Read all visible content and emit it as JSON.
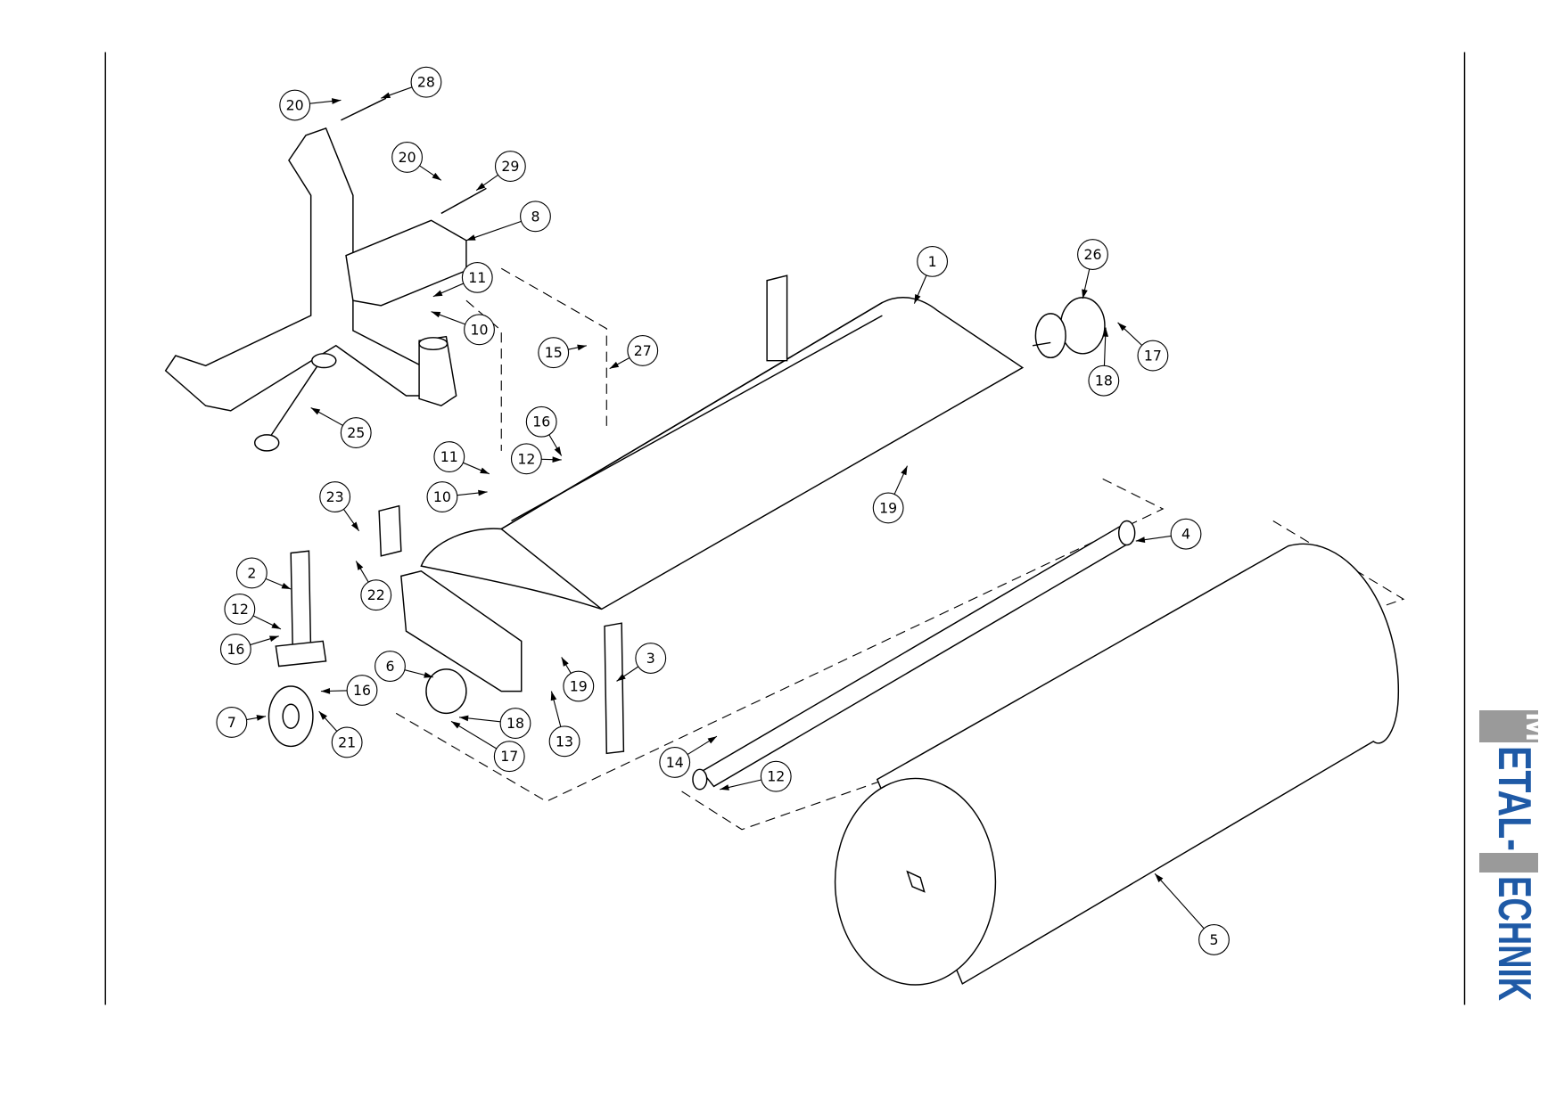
{
  "drawing": {
    "title": "Exploded parts view",
    "callouts": [
      "20",
      "28",
      "20",
      "29",
      "8",
      "11",
      "10",
      "1",
      "26",
      "17",
      "18",
      "15",
      "27",
      "16",
      "12",
      "11",
      "10",
      "25",
      "23",
      "19",
      "4",
      "2",
      "22",
      "12",
      "16",
      "3",
      "6",
      "19",
      "16",
      "7",
      "18",
      "21",
      "13",
      "17",
      "14",
      "12",
      "5"
    ]
  },
  "logo": {
    "text": "METAL-TECHNIK",
    "colors": {
      "blue": "#1f5aa6",
      "gray": "#9a9a9a"
    }
  }
}
